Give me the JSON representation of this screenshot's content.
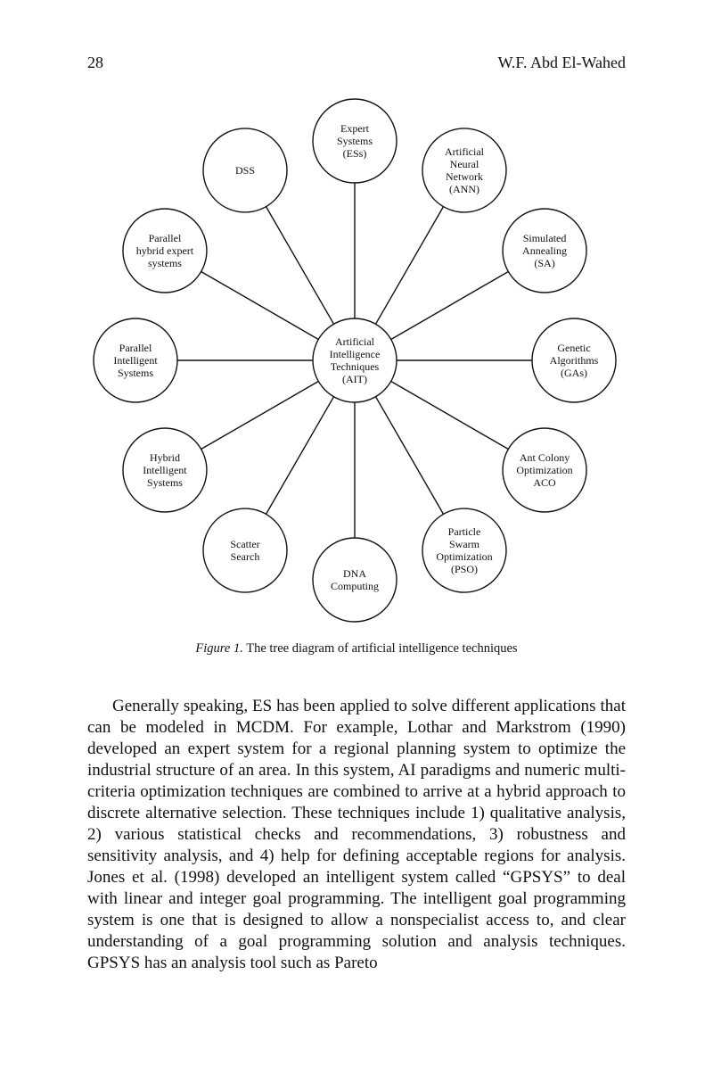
{
  "header": {
    "page_number": "28",
    "running_head": "W.F. Abd El-Wahed"
  },
  "diagram": {
    "center": {
      "label": "Artificial\nIntelligence\nTechniques\n(AIT)"
    },
    "nodes": [
      {
        "id": "es",
        "label": "Expert\nSystems\n(ESs)"
      },
      {
        "id": "ann",
        "label": "Artificial\nNeural\nNetwork\n(ANN)"
      },
      {
        "id": "sa",
        "label": "Simulated\nAnnealing\n(SA)"
      },
      {
        "id": "gas",
        "label": "Genetic\nAlgorithms\n(GAs)"
      },
      {
        "id": "aco",
        "label": "Ant Colony\nOptimization\nACO"
      },
      {
        "id": "pso",
        "label": "Particle\nSwarm\nOptimization\n(PSO)"
      },
      {
        "id": "dna",
        "label": "DNA\nComputing"
      },
      {
        "id": "scatter",
        "label": "Scatter\nSearch"
      },
      {
        "id": "his",
        "label": "Hybrid\nIntelligent\nSystems"
      },
      {
        "id": "pis",
        "label": "Parallel\nIntelligent\nSystems"
      },
      {
        "id": "phes",
        "label": "Parallel\nhybrid expert\nsystems"
      },
      {
        "id": "dss",
        "label": "DSS"
      }
    ]
  },
  "caption": {
    "label": "Figure 1.",
    "text": " The tree diagram of artificial intelligence techniques"
  },
  "body": {
    "paragraph": "Generally speaking, ES has been applied to solve different applications that can be modeled in MCDM. For example, Lothar and Markstrom (1990) developed an expert system for a regional planning system to optimize the industrial structure of an area. In this system, AI paradigms and numeric multi-criteria optimization techniques are combined to arrive at a hybrid approach to discrete alternative selection. These techniques include 1) qualitative analysis, 2) various statistical checks and recom­mendations, 3) robustness and sensitivity analysis, and 4) help for defining acceptable regions for analysis. Jones et al. (1998) developed an intelligent system called “GPSYS” to deal with linear and integer goal programming. The intelligent goal programming system is one that is designed to allow a nonspecialist access to, and clear understanding of a goal programming solution and analysis techniques. GPSYS has an analysis tool such as Pareto"
  }
}
